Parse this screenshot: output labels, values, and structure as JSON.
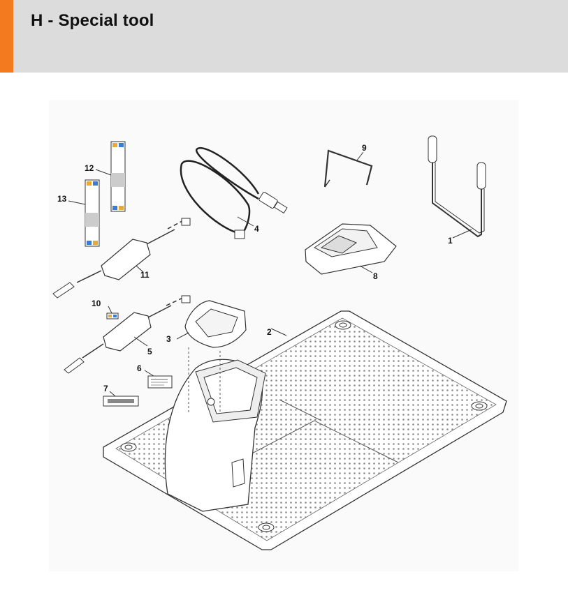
{
  "page": {
    "title": "H - Special tool",
    "accent_color": "#f37a1f",
    "header_bg": "#dcdcdc"
  },
  "diagram": {
    "callouts": [
      {
        "id": "1",
        "label": "1"
      },
      {
        "id": "2",
        "label": "2"
      },
      {
        "id": "3",
        "label": "3"
      },
      {
        "id": "4",
        "label": "4"
      },
      {
        "id": "5",
        "label": "5"
      },
      {
        "id": "6",
        "label": "6"
      },
      {
        "id": "7",
        "label": "7"
      },
      {
        "id": "8",
        "label": "8"
      },
      {
        "id": "9",
        "label": "9"
      },
      {
        "id": "10",
        "label": "10"
      },
      {
        "id": "11",
        "label": "11"
      },
      {
        "id": "12",
        "label": "12"
      },
      {
        "id": "13",
        "label": "13"
      }
    ]
  }
}
